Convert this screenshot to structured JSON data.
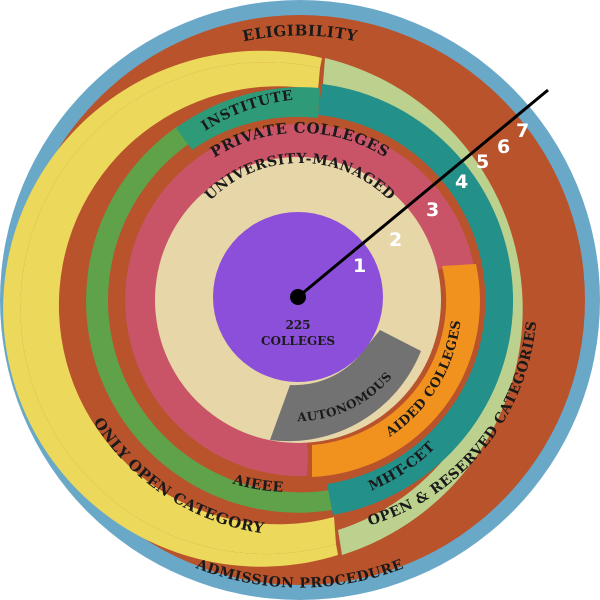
{
  "title": "",
  "center": {
    "count": "225",
    "label": "COLLEGES"
  },
  "rings": {
    "admission": "ADMISSION PROCEDURE",
    "eligibility": "ELIGIBILITY",
    "only_open": "ONLY OPEN CATEGORY",
    "open_reserved": "OPEN & RESERVED CATEGORIES",
    "aieee": "AIEEE",
    "mht_cet": "MHT-CET",
    "institute": "INSTITUTE",
    "private": "PRIVATE COLLEGES",
    "aided": "AIDED COLLEGES",
    "university": "UNIVERSITY-MANAGED",
    "autonomous": "AUTONOMOUS"
  },
  "markers": [
    "1",
    "2",
    "3",
    "4",
    "5",
    "6",
    "7"
  ],
  "colors": {
    "admission": "#6aa8c8",
    "eligibility": "#b8532c",
    "only_open": "#ecd85a",
    "open_reserved": "#bcd18d",
    "aieee": "#5fa24a",
    "mht_cet": "#24908a",
    "institute": "#2e9a78",
    "private": "#c95468",
    "aided": "#f1921f",
    "university": "#e6d6a8",
    "autonomous": "#727272",
    "center": "#8b4fd9",
    "pointer": "#000000"
  }
}
